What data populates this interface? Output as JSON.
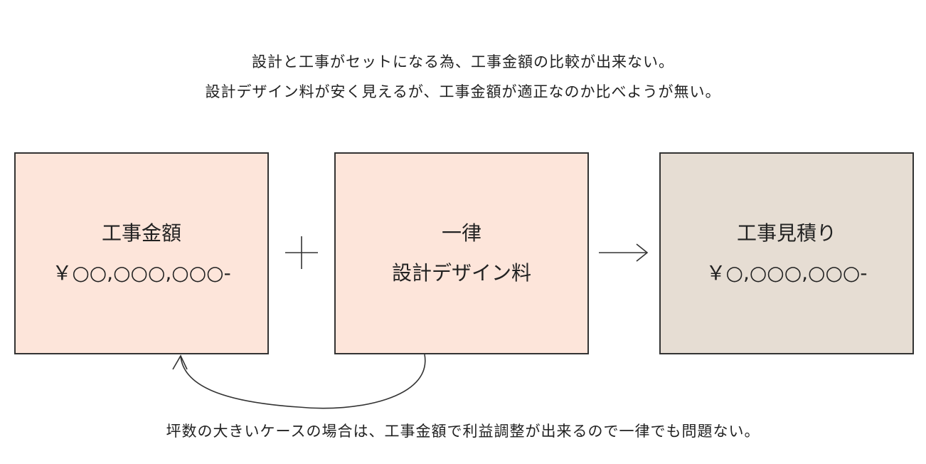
{
  "intro": {
    "line1": "設計と工事がセットになる為、工事金額の比較が出来ない。",
    "line2": "設計デザイン料が安く見えるが、工事金額が適正なのか比べようが無い。"
  },
  "boxes": {
    "cost": {
      "title": "工事金額",
      "value": "￥○○,○○○,○○○-"
    },
    "design": {
      "line1": "一律",
      "line2": "設計デザイン料"
    },
    "estimate": {
      "title": "工事見積り",
      "value": "￥○,○○○,○○○-"
    }
  },
  "note": "坪数の大きいケースの場合は、工事金額で利益調整が出来るので一律でも問題ない。",
  "colors": {
    "box_peach": "#fde5da",
    "box_beige": "#e6ddd3",
    "stroke": "#333333"
  }
}
